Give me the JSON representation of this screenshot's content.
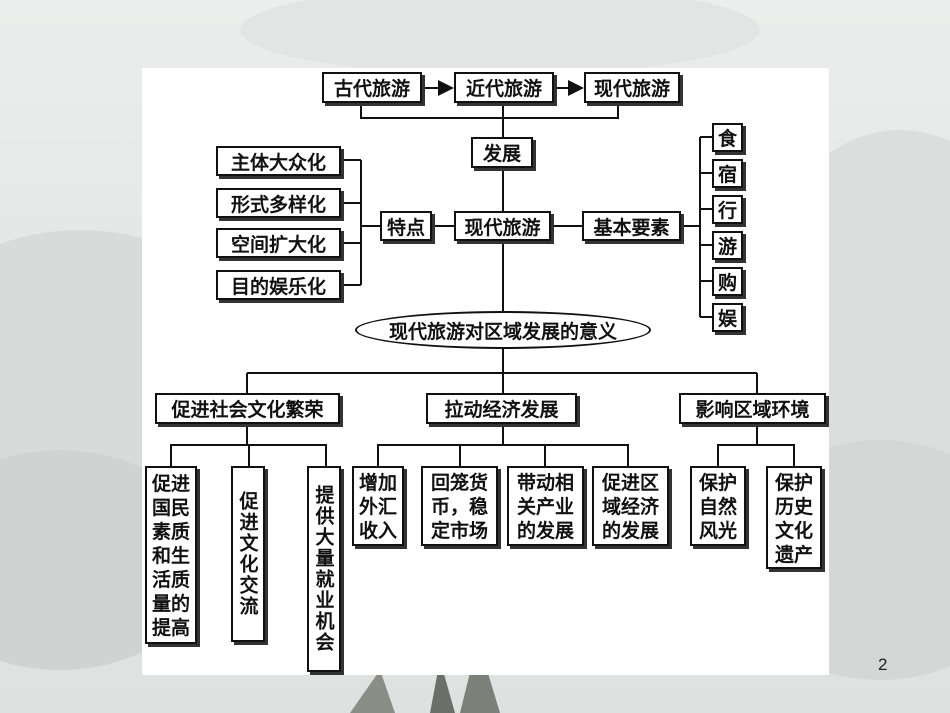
{
  "history": [
    "古代旅游",
    "近代旅游",
    "现代旅游"
  ],
  "develop": "发展",
  "center": "现代旅游",
  "features_label": "特点",
  "features": [
    "主体大众化",
    "形式多样化",
    "空间扩大化",
    "目的娱乐化"
  ],
  "elements_label": "基本要素",
  "elements": [
    "食",
    "宿",
    "行",
    "游",
    "购",
    "娱"
  ],
  "significance": "现代旅游对区域发展的意义",
  "branches": {
    "social": "促进社会文化繁荣",
    "economy": "拉动经济发展",
    "environment": "影响区域环境"
  },
  "social_items": [
    "促进国民素质和生活质量的提高",
    "促进文化交流",
    "提供大量就业机会"
  ],
  "economy_items": [
    "增加外汇收入",
    "回笼货币，稳定市场",
    "带动相关产业的发展",
    "促进区域经济的发展"
  ],
  "env_items": [
    "保护自然风光",
    "保护历史文化遗产"
  ],
  "page_number": "2"
}
